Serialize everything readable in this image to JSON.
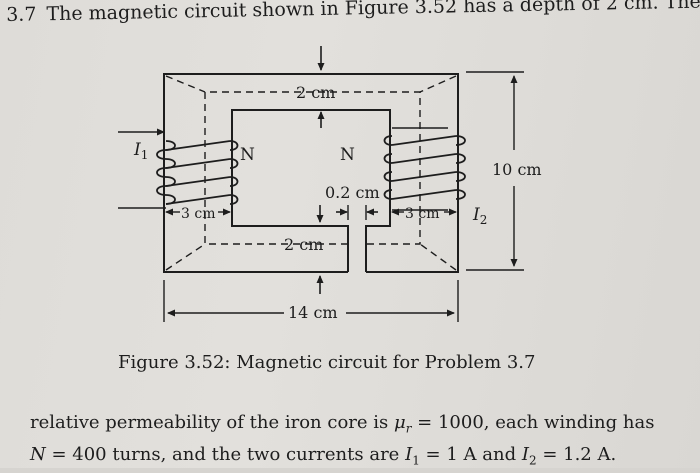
{
  "problem": {
    "number": "3.7",
    "intro": "The magnetic circuit shown in Figure 3.52 has a depth of 2 cm. The"
  },
  "figure": {
    "labels": {
      "top_gap": "2 cm",
      "bottom_gap": "2 cm",
      "left_width": "3 cm",
      "right_width": "3 cm",
      "air_gap": "0.2 cm",
      "height": "10 cm",
      "width": "14 cm",
      "current_left": "I",
      "current_left_sub": "1",
      "current_right": "I",
      "current_right_sub": "2",
      "turns_left": "N",
      "turns_right": "N"
    },
    "caption": "Figure 3.52: Magnetic circuit for Problem 3.7"
  },
  "text": {
    "line1_a": "relative permeability of the iron core is ",
    "mu": "μ",
    "mu_sub": "r",
    "line1_b": " = 1000, each winding has",
    "line2_a": "N",
    "line2_b": " = 400 turns, and the two currents are ",
    "i1": "I",
    "i1_sub": "1",
    "line2_c": " = 1 A and ",
    "i2": "I",
    "i2_sub": "2",
    "line2_d": " = 1.2 A."
  }
}
